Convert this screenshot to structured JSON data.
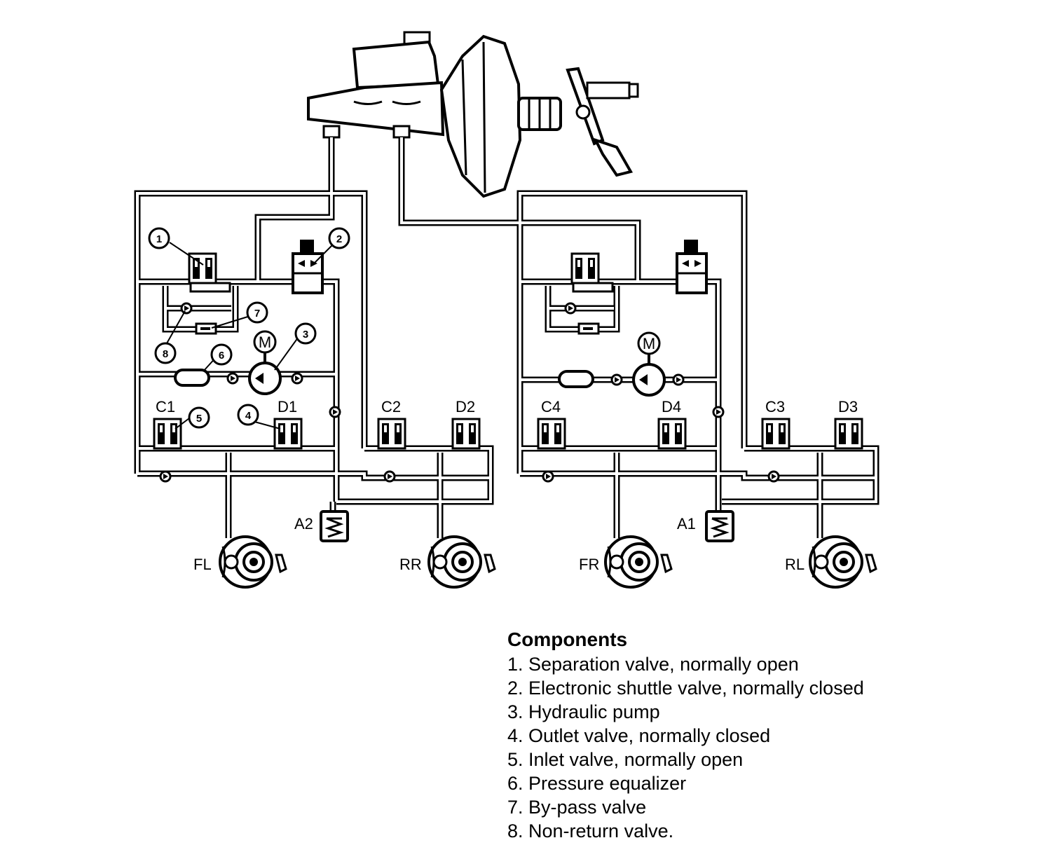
{
  "legend": {
    "title": "Components",
    "items": [
      "1. Separation valve, normally open",
      "2. Electronic shuttle valve, normally closed",
      "3. Hydraulic pump",
      "4. Outlet valve, normally closed",
      "5. Inlet valve, normally open",
      "6. Pressure equalizer",
      "7. By-pass valve",
      "8. Non-return valve."
    ]
  },
  "callouts": [
    "1",
    "2",
    "3",
    "4",
    "5",
    "6",
    "7",
    "8"
  ],
  "motor_label": "M",
  "valves": {
    "c1": "C1",
    "d1": "D1",
    "c2": "C2",
    "d2": "D2",
    "c4": "C4",
    "d4": "D4",
    "c3": "C3",
    "d3": "D3"
  },
  "accumulators": {
    "a2": "A2",
    "a1": "A1"
  },
  "wheels": {
    "fl": "FL",
    "rr": "RR",
    "fr": "FR",
    "rl": "RL"
  }
}
